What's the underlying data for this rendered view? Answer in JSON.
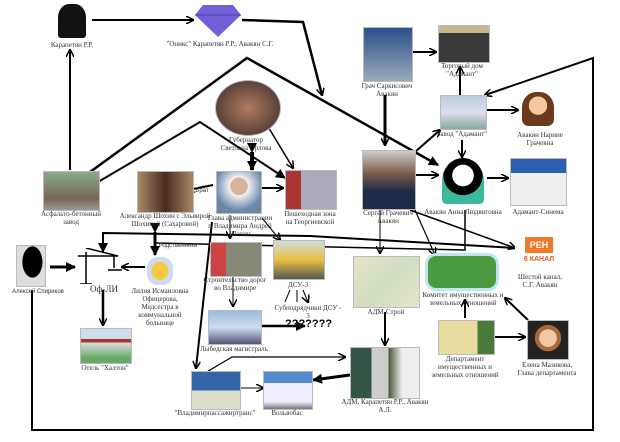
{
  "nodes": {
    "karapetyan": "Карапетян Р.Р.",
    "onyx": "\"Оникс\" Карапетян Р.Р., Авакян С.Г.",
    "governor": [
      "Губернатор",
      "Светлана Орлова"
    ],
    "grach": [
      "Грач Саркисович",
      "Авакян"
    ],
    "trade_house": [
      "Торговый дом",
      "\"Адамант\""
    ],
    "plant": "Завод \"Адамант\"",
    "narine": [
      "Авакян Нарине",
      "Грачевна"
    ],
    "sergey": [
      "Сергей Грачевич",
      "Авакян"
    ],
    "anna": "Авакян Анна Людвиговна",
    "cinema": "Адамант-Синема",
    "asphalt": [
      "Асфальто-бетонный",
      "завод"
    ],
    "shokhin_family": [
      "Александр Шохин с Эльвирой",
      "Шохиной (Сахаровой)"
    ],
    "mayor": [
      "Глава администрации",
      "г. Владимира Андрей",
      "Шохин"
    ],
    "pedestrian": [
      "Пешеходная зона",
      "на Георгиевской"
    ],
    "spirikov": "Алексей Спириков",
    "ofli": "Оф-ЛИ",
    "nurse": [
      "Лилия Исмаиловна",
      "Офицерова,",
      "Медсестра в",
      "коммунальной",
      "больнице"
    ],
    "hotel": "Отель \"Халтон\"",
    "roads": [
      "Строительство дорог",
      "во Владимире"
    ],
    "dsu": "ДСУ-3",
    "subcontractors": [
      "Субподрядчики ДСУ -",
      "3"
    ],
    "unknown": "???????",
    "lybed": "Лыбедская магистраль",
    "transport": "\"Владимирпассажиртранс\"",
    "volvobus": "Вольвобас",
    "adm_stroy": "АДМ-Строй",
    "adm": [
      "АДМ, Карапетян Р.Р., Авакян",
      "А.Л."
    ],
    "committee": [
      "Комитет имущественных и",
      "земельных отношений"
    ],
    "ren": [
      "Шестой канал,",
      "С.Г. Авакян"
    ],
    "ren_logo": [
      "РЕН",
      "6 КАНАЛ"
    ],
    "department": [
      "Департамент",
      "имущественных и",
      "земельных отношений"
    ],
    "mazikova": [
      "Елена Мазикова,",
      "Глава департамента"
    ]
  },
  "edge_labels": {
    "brother": "Брат",
    "relatives": "Родственники"
  }
}
